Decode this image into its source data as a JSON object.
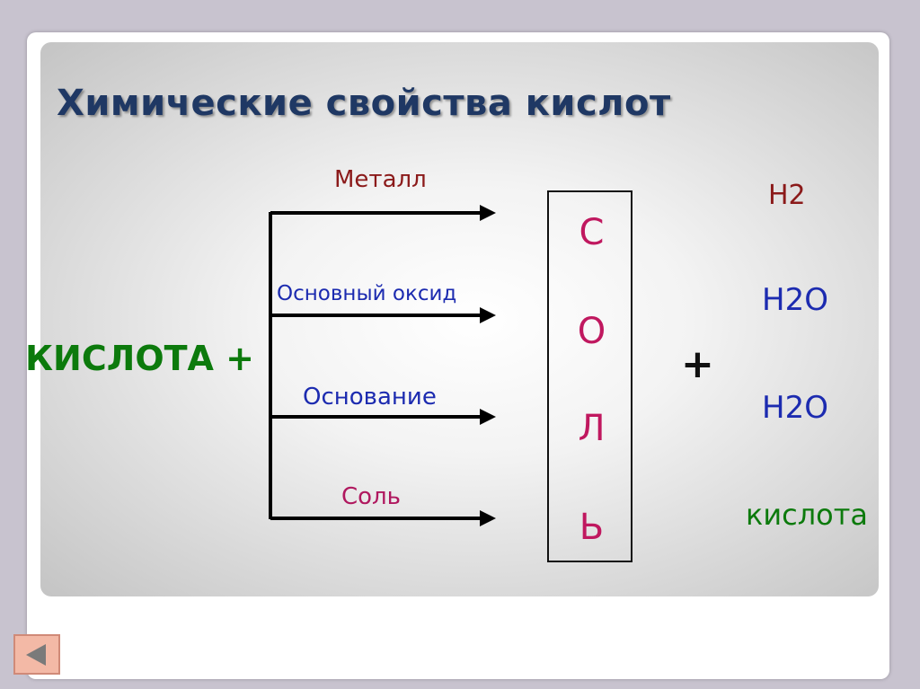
{
  "slide": {
    "title": "Химические свойства кислот",
    "reactant": "КИСЛОТА +",
    "reagents": [
      "Металл",
      "Основный оксид",
      "Основание",
      "Соль"
    ],
    "product_letters": [
      "С",
      "О",
      "Л",
      "Ь"
    ],
    "plus": "+",
    "byproducts": [
      "H2",
      "H2O",
      "H2O",
      "кислота"
    ]
  },
  "colors": {
    "title": "#1f3864",
    "acid": "#0c7a0c",
    "metal": "#8b1a1a",
    "blue": "#1c2bb0",
    "salt": "#c0185f",
    "background": "#c8c3cf"
  },
  "nav": {
    "back_icon": "left-triangle-icon"
  }
}
